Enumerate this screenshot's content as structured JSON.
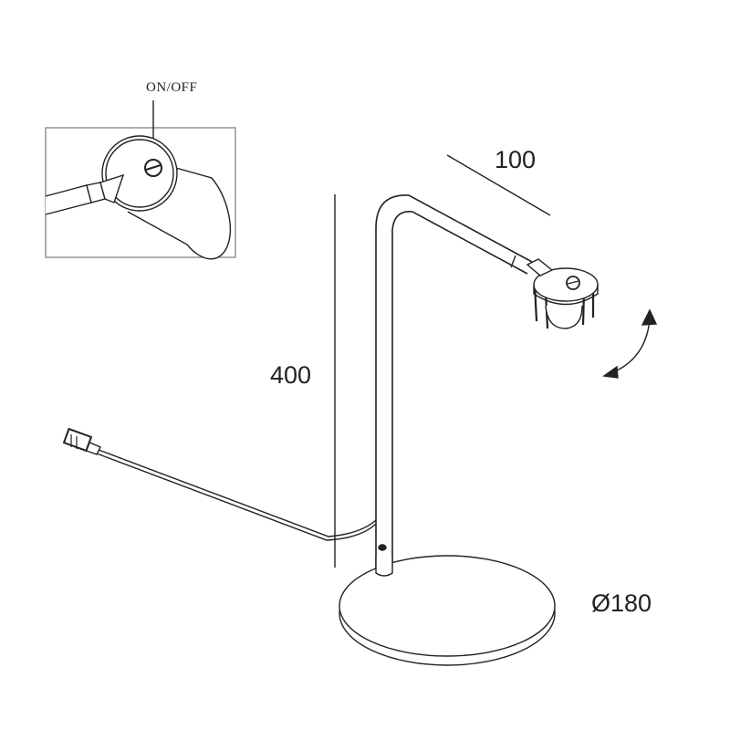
{
  "inset": {
    "switch_label": "ON/OFF"
  },
  "dimensions": {
    "height": "400",
    "arm_length": "100",
    "base_diameter": "Ø180"
  },
  "colors": {
    "line": "#222222",
    "frame": "#999999"
  }
}
